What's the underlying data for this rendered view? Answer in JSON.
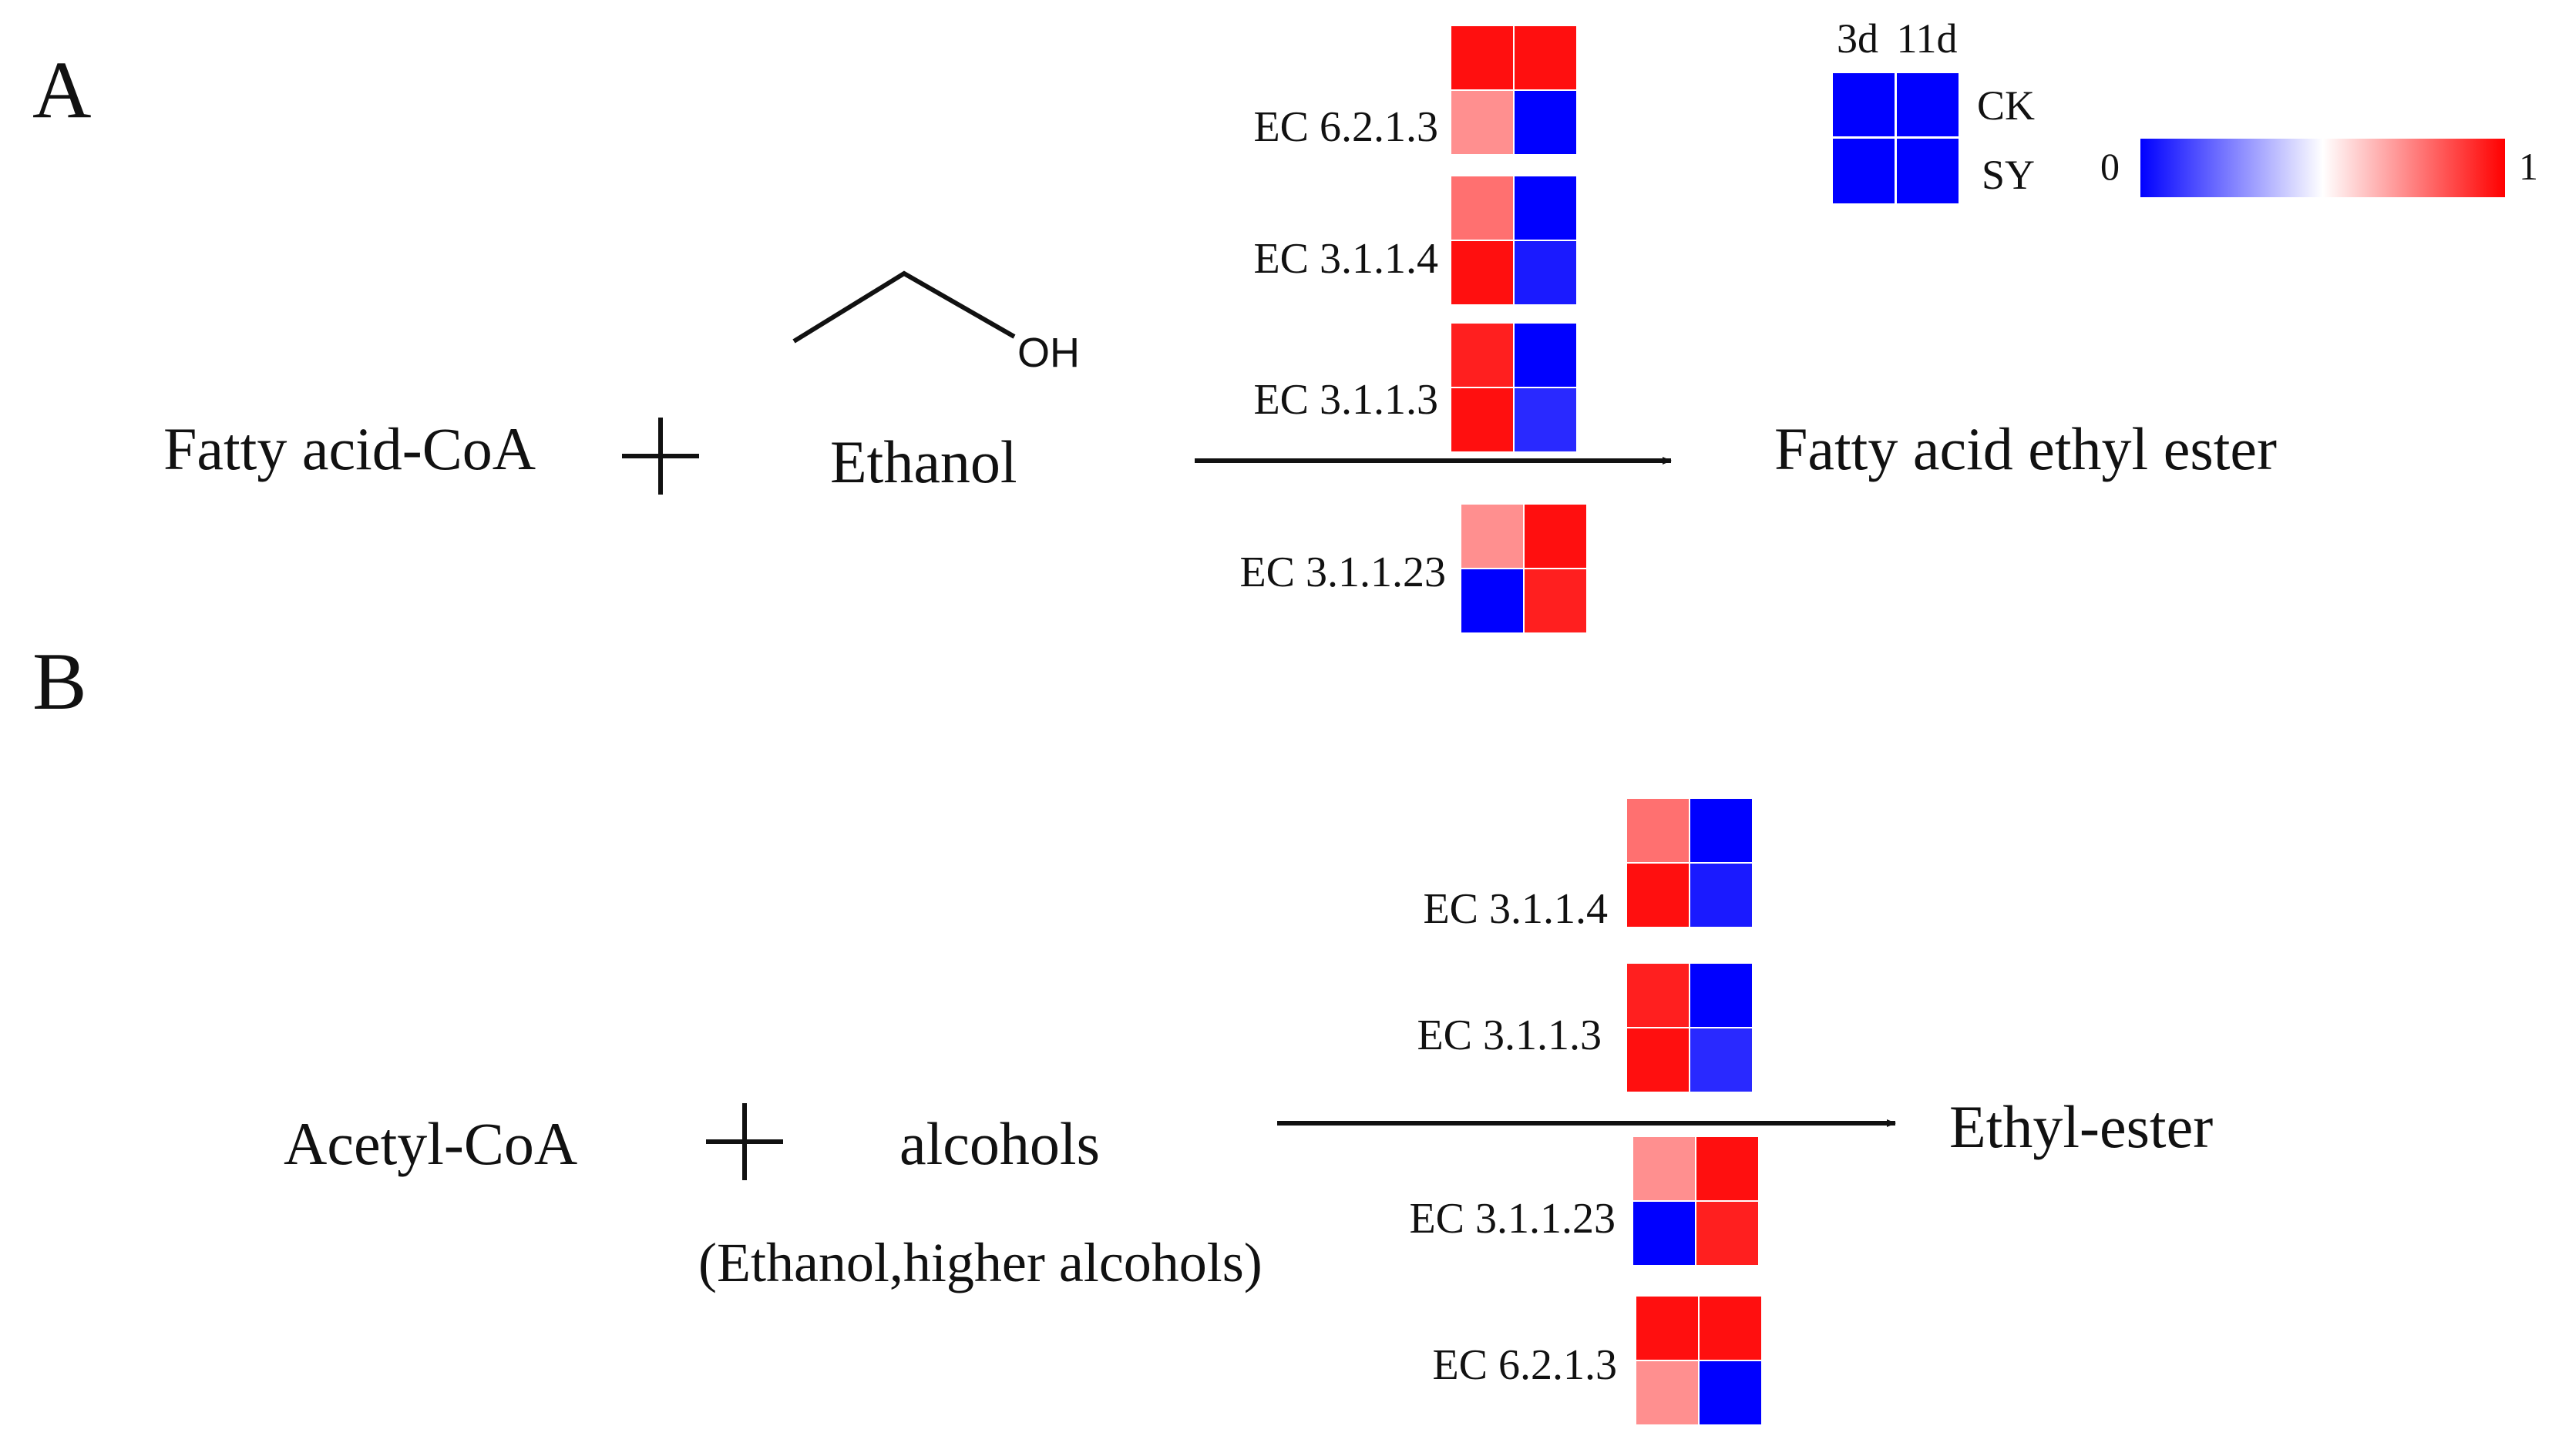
{
  "panels": {
    "A": {
      "label": "A",
      "substrate": "Fatty acid-CoA",
      "plus": "+",
      "cosubstrate": "Ethanol",
      "oh_label": "OH",
      "product": "Fatty acid ethyl ester",
      "enzymes": [
        {
          "ec": "EC 6.2.1.3",
          "cells": [
            [
              0.97,
              0.97
            ],
            [
              0.72,
              0.0
            ]
          ]
        },
        {
          "ec": "EC 3.1.1.4",
          "cells": [
            [
              0.78,
              0.0
            ],
            [
              0.97,
              0.05
            ]
          ]
        },
        {
          "ec": "EC 3.1.1.3",
          "cells": [
            [
              0.94,
              0.0
            ],
            [
              0.97,
              0.08
            ]
          ]
        },
        {
          "ec": "EC 3.1.1.23",
          "cells": [
            [
              0.72,
              0.97
            ],
            [
              0.0,
              0.94
            ]
          ]
        }
      ]
    },
    "B": {
      "label": "B",
      "substrate": "Acetyl-CoA",
      "plus": "+",
      "cosubstrate": "alcohols",
      "cosubstrate_note": "(Ethanol,higher alcohols)",
      "product": "Ethyl-ester",
      "enzymes": [
        {
          "ec": "EC 3.1.1.4",
          "cells": [
            [
              0.78,
              0.0
            ],
            [
              0.97,
              0.05
            ]
          ]
        },
        {
          "ec": "EC 3.1.1.3",
          "cells": [
            [
              0.94,
              0.0
            ],
            [
              0.97,
              0.08
            ]
          ]
        },
        {
          "ec": "EC 3.1.1.23",
          "cells": [
            [
              0.72,
              0.97
            ],
            [
              0.0,
              0.94
            ]
          ]
        },
        {
          "ec": "EC 6.2.1.3",
          "cells": [
            [
              0.97,
              0.97
            ],
            [
              0.72,
              0.0
            ]
          ]
        }
      ]
    }
  },
  "legend": {
    "columns": [
      "3d",
      "11d"
    ],
    "rows": [
      "CK",
      "SY"
    ],
    "scale_min": "0",
    "scale_max": "1",
    "colors": {
      "low": "#0000ff",
      "mid": "#ffffff",
      "high": "#ff0000"
    }
  }
}
